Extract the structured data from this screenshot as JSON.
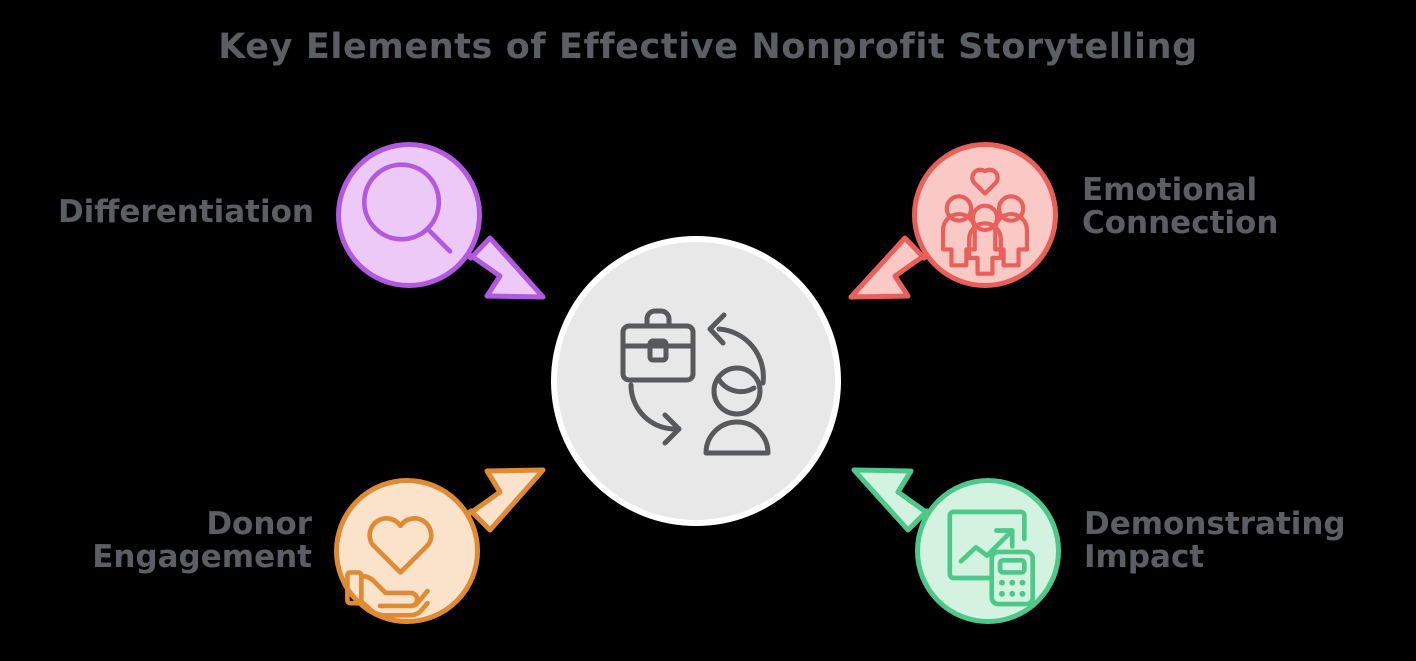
{
  "page": {
    "title": "Key Elements of Effective Nonprofit Storytelling",
    "background_color": "#000000",
    "text_color": "#5b5f63"
  },
  "center": {
    "label": "",
    "icon": "briefcase-person-exchange-icon",
    "fill_color": "#e8e8e8",
    "ring_color": "#ffffff",
    "icon_color": "#58595b"
  },
  "nodes": [
    {
      "id": "differentiation",
      "label": "Differentiation",
      "icon": "magnifying-glass-icon",
      "fill_color": "#ecc9f6",
      "border_color": "#b358e0",
      "arrow_direction": "down-right",
      "label_position": "left"
    },
    {
      "id": "emotional-connection",
      "label": "Emotional\nConnection",
      "icon": "people-group-heart-icon",
      "fill_color": "#fbc9c5",
      "border_color": "#e9605a",
      "arrow_direction": "down-left",
      "label_position": "right"
    },
    {
      "id": "donor-engagement",
      "label": "Donor\nEngagement",
      "icon": "hand-holding-heart-icon",
      "fill_color": "#fbe2ca",
      "border_color": "#de8b34",
      "arrow_direction": "up-right",
      "label_position": "left"
    },
    {
      "id": "demonstrating-impact",
      "label": "Demonstrating\nImpact",
      "icon": "growth-chart-calculator-icon",
      "fill_color": "#d4f2e0",
      "border_color": "#4cc98a",
      "arrow_direction": "up-left",
      "label_position": "right"
    }
  ],
  "chart_data": {
    "type": "diagram",
    "diagram_type": "hub-and-spoke",
    "title": "Key Elements of Effective Nonprofit Storytelling",
    "hub": "center icon: briefcase, person and exchange arrows",
    "spokes": [
      {
        "label": "Differentiation",
        "color": "#b358e0",
        "position": "top-left",
        "arrow": "points to hub (down-right)"
      },
      {
        "label": "Emotional Connection",
        "color": "#e9605a",
        "position": "top-right",
        "arrow": "points to hub (down-left)"
      },
      {
        "label": "Donor Engagement",
        "color": "#de8b34",
        "position": "bottom-left",
        "arrow": "points to hub (up-right)"
      },
      {
        "label": "Demonstrating Impact",
        "color": "#4cc98a",
        "position": "bottom-right",
        "arrow": "points to hub (up-left)"
      }
    ],
    "count": 4
  }
}
